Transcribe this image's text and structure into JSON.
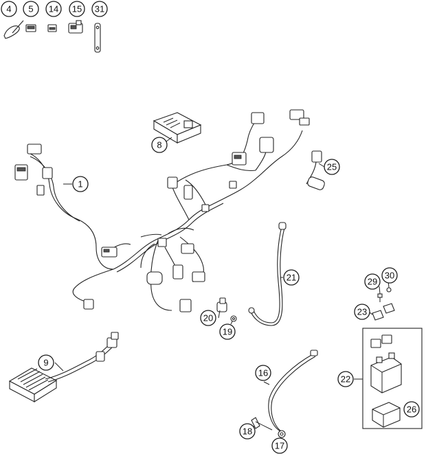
{
  "diagram": {
    "callouts": {
      "c1": "1",
      "c4": "4",
      "c5": "5",
      "c8": "8",
      "c9": "9",
      "c14": "14",
      "c15": "15",
      "c16": "16",
      "c17": "17",
      "c18": "18",
      "c19": "19",
      "c20": "20",
      "c21": "21",
      "c22": "22",
      "c23": "23",
      "c25": "25",
      "c26": "26",
      "c29": "29",
      "c30": "30",
      "c31": "31"
    }
  }
}
